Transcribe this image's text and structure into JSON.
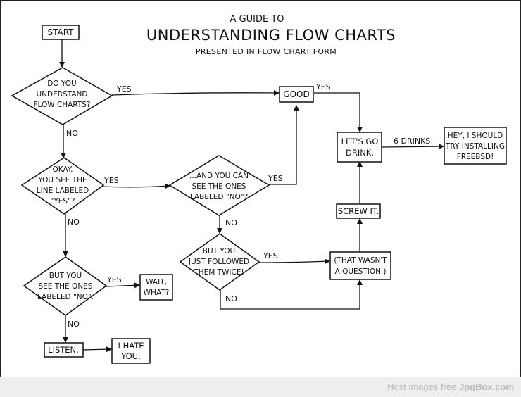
{
  "title": {
    "line1": "A GUIDE TO",
    "line2": "UNDERSTANDING FLOW CHARTS",
    "line3": "PRESENTED IN FLOW CHART FORM"
  },
  "nodes": {
    "start": [
      "START"
    ],
    "q_understand": [
      "DO YOU",
      "UNDERSTAND",
      "FLOW CHARTS?"
    ],
    "good": [
      "GOOD"
    ],
    "q_yes_line": [
      "OKAY.",
      "YOU SEE THE",
      "LINE LABELED",
      "\"YES\"?"
    ],
    "q_no_lines": [
      "...AND YOU CAN",
      "SEE THE ONES",
      "LABELED \"NO\"?"
    ],
    "q_see_no": [
      "BUT YOU",
      "SEE THE ONES",
      "LABELED \"NO\"."
    ],
    "wait_what": [
      "WAIT,",
      "WHAT?"
    ],
    "listen": [
      "LISTEN."
    ],
    "hate_you": [
      "I HATE",
      "YOU."
    ],
    "followed_twice": [
      "BUT YOU",
      "JUST FOLLOWED",
      "THEM TWICE!"
    ],
    "not_question": [
      "(THAT WASN'T",
      "A QUESTION.)"
    ],
    "screw_it": [
      "SCREW IT."
    ],
    "go_drink": [
      "LET'S GO",
      "DRINK."
    ],
    "freebsd": [
      "HEY, I SHOULD",
      "TRY INSTALLING",
      "FREEBSD!"
    ]
  },
  "edges": {
    "yes": "YES",
    "no": "NO",
    "six_drinks": "6 DRINKS"
  },
  "footer": {
    "prefix": "Host images free ",
    "site": "JpgBox.com"
  }
}
